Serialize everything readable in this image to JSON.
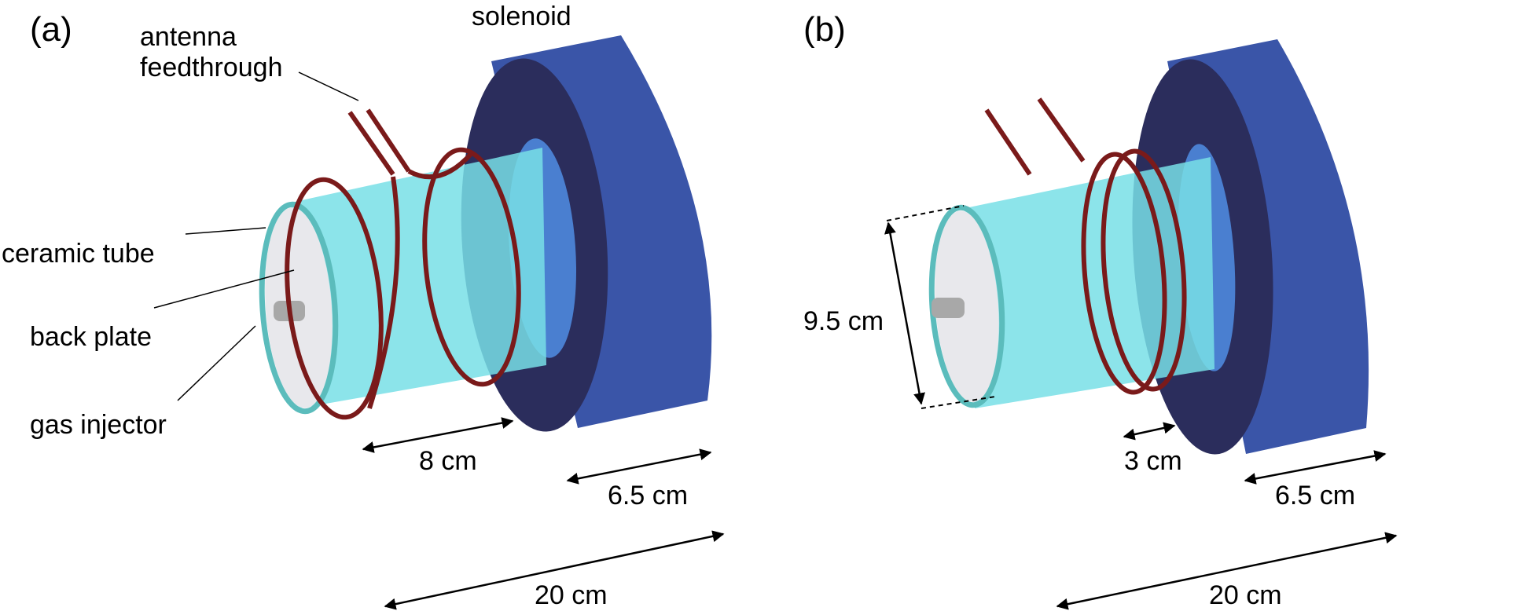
{
  "panels": [
    {
      "label": "(a)",
      "callouts": {
        "solenoid": "solenoid",
        "antenna_line1": "antenna",
        "antenna_line2": "feedthrough",
        "ceramic_tube": "ceramic tube",
        "back_plate": "back plate",
        "gas_injector": "gas injector"
      },
      "dimensions": {
        "antenna_length": "8 cm",
        "solenoid_length": "6.5 cm",
        "total_length": "20 cm"
      }
    },
    {
      "label": "(b)",
      "dimensions": {
        "tube_diameter": "9.5 cm",
        "antenna_length": "3 cm",
        "solenoid_length": "6.5 cm",
        "total_length": "20 cm"
      }
    }
  ],
  "colors": {
    "solenoid_face": "#2b2d5c",
    "solenoid_body": "#3a55a8",
    "solenoid_bore": "#4a7fd0",
    "tube": "#78dfe6",
    "tube_rim": "#5bbcbc",
    "back_plate": "#e8e8ec",
    "injector": "#a8a8a8",
    "antenna": "#7a1a1a",
    "arrow": "#000000"
  }
}
